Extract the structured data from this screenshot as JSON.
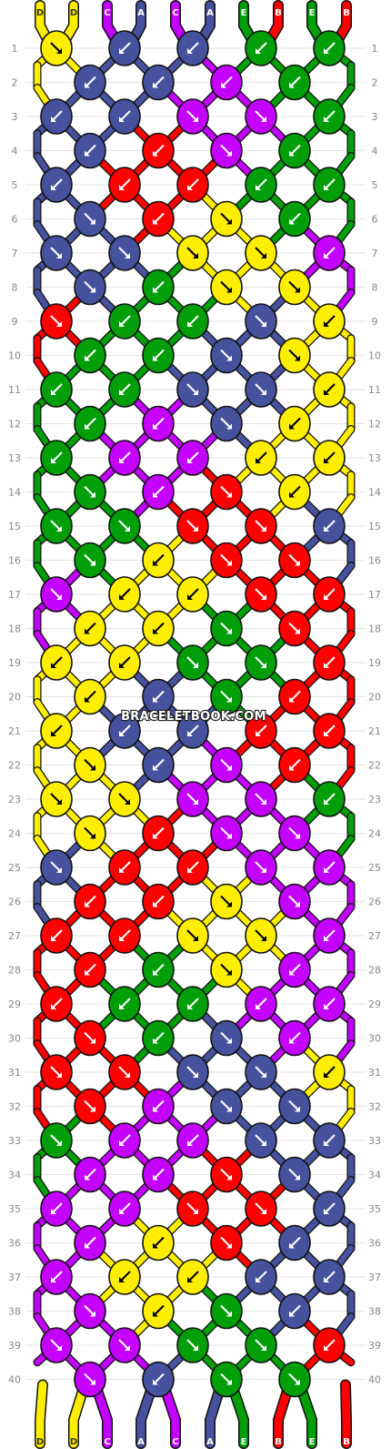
{
  "strand_colors": {
    "D": "#ffee00",
    "C": "#c400ff",
    "A": "#46529e",
    "E": "#009f0a",
    "B": "#ff0000"
  },
  "strands_top": [
    "D",
    "D",
    "C",
    "A",
    "C",
    "A",
    "E",
    "B",
    "E",
    "B"
  ],
  "strands_bottom": [
    "D",
    "D",
    "C",
    "A",
    "C",
    "A",
    "E",
    "B",
    "E",
    "B"
  ],
  "watermark": "BRACELETBOOK.COM",
  "rows": [
    {
      "num": "1",
      "knots": [
        [
          "D",
          "se"
        ],
        [
          "A",
          "sw"
        ],
        [
          "A",
          "sw"
        ],
        [
          "E",
          "sw"
        ],
        [
          "E",
          "sw"
        ]
      ]
    },
    {
      "num": "2",
      "knots": [
        [
          "A",
          "sw"
        ],
        [
          "A",
          "sw"
        ],
        [
          "C",
          "sw"
        ],
        [
          "E",
          "sw"
        ]
      ]
    },
    {
      "num": "3",
      "knots": [
        [
          "A",
          "sw"
        ],
        [
          "A",
          "sw"
        ],
        [
          "C",
          "se"
        ],
        [
          "C",
          "se"
        ],
        [
          "E",
          "sw"
        ]
      ]
    },
    {
      "num": "4",
      "knots": [
        [
          "A",
          "sw"
        ],
        [
          "B",
          "sw"
        ],
        [
          "C",
          "se"
        ],
        [
          "E",
          "sw"
        ]
      ]
    },
    {
      "num": "5",
      "knots": [
        [
          "A",
          "sw"
        ],
        [
          "B",
          "sw"
        ],
        [
          "B",
          "sw"
        ],
        [
          "E",
          "sw"
        ],
        [
          "E",
          "sw"
        ]
      ]
    },
    {
      "num": "6",
      "knots": [
        [
          "A",
          "se"
        ],
        [
          "B",
          "sw"
        ],
        [
          "D",
          "se"
        ],
        [
          "E",
          "sw"
        ]
      ]
    },
    {
      "num": "7",
      "knots": [
        [
          "A",
          "se"
        ],
        [
          "A",
          "se"
        ],
        [
          "D",
          "se"
        ],
        [
          "D",
          "se"
        ],
        [
          "C",
          "sw"
        ]
      ]
    },
    {
      "num": "8",
      "knots": [
        [
          "A",
          "se"
        ],
        [
          "E",
          "sw"
        ],
        [
          "D",
          "se"
        ],
        [
          "D",
          "se"
        ]
      ]
    },
    {
      "num": "9",
      "knots": [
        [
          "B",
          "se"
        ],
        [
          "E",
          "sw"
        ],
        [
          "E",
          "sw"
        ],
        [
          "A",
          "se"
        ],
        [
          "D",
          "sw"
        ]
      ]
    },
    {
      "num": "10",
      "knots": [
        [
          "E",
          "sw"
        ],
        [
          "E",
          "sw"
        ],
        [
          "A",
          "se"
        ],
        [
          "D",
          "se"
        ]
      ]
    },
    {
      "num": "11",
      "knots": [
        [
          "E",
          "sw"
        ],
        [
          "E",
          "sw"
        ],
        [
          "A",
          "se"
        ],
        [
          "A",
          "se"
        ],
        [
          "D",
          "sw"
        ]
      ]
    },
    {
      "num": "12",
      "knots": [
        [
          "E",
          "sw"
        ],
        [
          "C",
          "sw"
        ],
        [
          "A",
          "se"
        ],
        [
          "D",
          "sw"
        ]
      ]
    },
    {
      "num": "13",
      "knots": [
        [
          "E",
          "sw"
        ],
        [
          "C",
          "sw"
        ],
        [
          "C",
          "sw"
        ],
        [
          "D",
          "sw"
        ],
        [
          "D",
          "sw"
        ]
      ]
    },
    {
      "num": "14",
      "knots": [
        [
          "E",
          "se"
        ],
        [
          "C",
          "sw"
        ],
        [
          "B",
          "se"
        ],
        [
          "D",
          "sw"
        ]
      ]
    },
    {
      "num": "15",
      "knots": [
        [
          "E",
          "se"
        ],
        [
          "E",
          "se"
        ],
        [
          "B",
          "se"
        ],
        [
          "B",
          "se"
        ],
        [
          "A",
          "sw"
        ]
      ]
    },
    {
      "num": "16",
      "knots": [
        [
          "E",
          "se"
        ],
        [
          "D",
          "sw"
        ],
        [
          "B",
          "se"
        ],
        [
          "B",
          "se"
        ]
      ]
    },
    {
      "num": "17",
      "knots": [
        [
          "C",
          "se"
        ],
        [
          "D",
          "sw"
        ],
        [
          "D",
          "sw"
        ],
        [
          "B",
          "se"
        ],
        [
          "B",
          "sw"
        ]
      ]
    },
    {
      "num": "18",
      "knots": [
        [
          "D",
          "sw"
        ],
        [
          "D",
          "sw"
        ],
        [
          "E",
          "se"
        ],
        [
          "B",
          "se"
        ]
      ]
    },
    {
      "num": "19",
      "knots": [
        [
          "D",
          "sw"
        ],
        [
          "D",
          "sw"
        ],
        [
          "E",
          "se"
        ],
        [
          "E",
          "se"
        ],
        [
          "B",
          "sw"
        ]
      ]
    },
    {
      "num": "20",
      "knots": [
        [
          "D",
          "sw"
        ],
        [
          "A",
          "sw"
        ],
        [
          "E",
          "se"
        ],
        [
          "B",
          "sw"
        ]
      ]
    },
    {
      "num": "21",
      "knots": [
        [
          "D",
          "sw"
        ],
        [
          "A",
          "sw"
        ],
        [
          "A",
          "sw"
        ],
        [
          "B",
          "sw"
        ],
        [
          "B",
          "sw"
        ]
      ]
    },
    {
      "num": "22",
      "knots": [
        [
          "D",
          "se"
        ],
        [
          "A",
          "sw"
        ],
        [
          "C",
          "se"
        ],
        [
          "B",
          "sw"
        ]
      ]
    },
    {
      "num": "23",
      "knots": [
        [
          "D",
          "se"
        ],
        [
          "D",
          "se"
        ],
        [
          "C",
          "se"
        ],
        [
          "C",
          "se"
        ],
        [
          "E",
          "sw"
        ]
      ]
    },
    {
      "num": "24",
      "knots": [
        [
          "D",
          "se"
        ],
        [
          "B",
          "sw"
        ],
        [
          "C",
          "se"
        ],
        [
          "C",
          "se"
        ]
      ]
    },
    {
      "num": "25",
      "knots": [
        [
          "A",
          "se"
        ],
        [
          "B",
          "sw"
        ],
        [
          "B",
          "sw"
        ],
        [
          "C",
          "se"
        ],
        [
          "C",
          "sw"
        ]
      ]
    },
    {
      "num": "26",
      "knots": [
        [
          "B",
          "sw"
        ],
        [
          "B",
          "sw"
        ],
        [
          "D",
          "se"
        ],
        [
          "C",
          "se"
        ]
      ]
    },
    {
      "num": "27",
      "knots": [
        [
          "B",
          "sw"
        ],
        [
          "B",
          "sw"
        ],
        [
          "D",
          "se"
        ],
        [
          "D",
          "se"
        ],
        [
          "C",
          "sw"
        ]
      ]
    },
    {
      "num": "28",
      "knots": [
        [
          "B",
          "sw"
        ],
        [
          "E",
          "sw"
        ],
        [
          "D",
          "se"
        ],
        [
          "C",
          "sw"
        ]
      ]
    },
    {
      "num": "29",
      "knots": [
        [
          "B",
          "sw"
        ],
        [
          "E",
          "sw"
        ],
        [
          "E",
          "sw"
        ],
        [
          "C",
          "sw"
        ],
        [
          "C",
          "sw"
        ]
      ]
    },
    {
      "num": "30",
      "knots": [
        [
          "B",
          "se"
        ],
        [
          "E",
          "sw"
        ],
        [
          "A",
          "se"
        ],
        [
          "C",
          "sw"
        ]
      ]
    },
    {
      "num": "31",
      "knots": [
        [
          "B",
          "se"
        ],
        [
          "B",
          "se"
        ],
        [
          "A",
          "se"
        ],
        [
          "A",
          "se"
        ],
        [
          "D",
          "sw"
        ]
      ]
    },
    {
      "num": "32",
      "knots": [
        [
          "B",
          "se"
        ],
        [
          "C",
          "sw"
        ],
        [
          "A",
          "se"
        ],
        [
          "A",
          "se"
        ]
      ]
    },
    {
      "num": "33",
      "knots": [
        [
          "E",
          "se"
        ],
        [
          "C",
          "sw"
        ],
        [
          "C",
          "sw"
        ],
        [
          "A",
          "se"
        ],
        [
          "A",
          "sw"
        ]
      ]
    },
    {
      "num": "34",
      "knots": [
        [
          "C",
          "sw"
        ],
        [
          "C",
          "sw"
        ],
        [
          "B",
          "se"
        ],
        [
          "A",
          "se"
        ]
      ]
    },
    {
      "num": "35",
      "knots": [
        [
          "C",
          "sw"
        ],
        [
          "C",
          "sw"
        ],
        [
          "B",
          "se"
        ],
        [
          "B",
          "se"
        ],
        [
          "A",
          "sw"
        ]
      ]
    },
    {
      "num": "36",
      "knots": [
        [
          "C",
          "sw"
        ],
        [
          "D",
          "sw"
        ],
        [
          "B",
          "se"
        ],
        [
          "A",
          "sw"
        ]
      ]
    },
    {
      "num": "37",
      "knots": [
        [
          "C",
          "sw"
        ],
        [
          "D",
          "sw"
        ],
        [
          "D",
          "sw"
        ],
        [
          "A",
          "sw"
        ],
        [
          "A",
          "sw"
        ]
      ]
    },
    {
      "num": "38",
      "knots": [
        [
          "C",
          "se"
        ],
        [
          "D",
          "sw"
        ],
        [
          "E",
          "se"
        ],
        [
          "A",
          "sw"
        ]
      ]
    },
    {
      "num": "39",
      "knots": [
        [
          "C",
          "se"
        ],
        [
          "C",
          "se"
        ],
        [
          "E",
          "se"
        ],
        [
          "E",
          "se"
        ],
        [
          "B",
          "sw"
        ]
      ]
    },
    {
      "num": "40",
      "knots": [
        [
          "C",
          "se"
        ],
        [
          "A",
          "sw"
        ],
        [
          "E",
          "se"
        ],
        [
          "E",
          "se"
        ]
      ]
    }
  ]
}
